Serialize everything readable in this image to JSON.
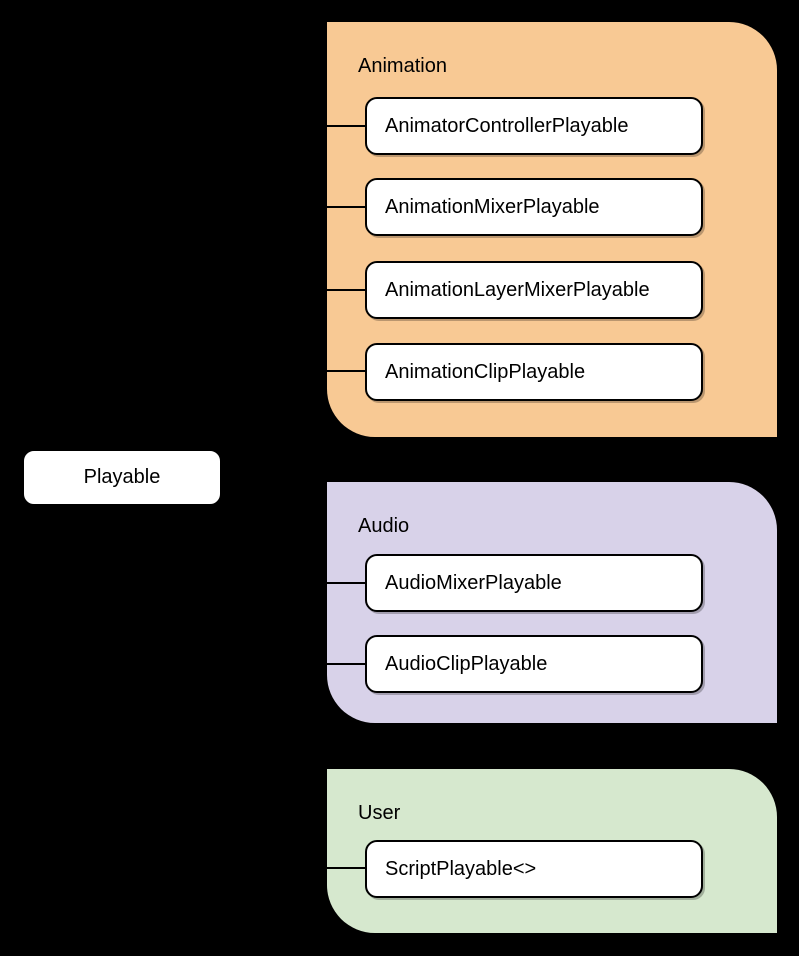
{
  "diagram": {
    "root": {
      "label": "Playable"
    },
    "groups": [
      {
        "label": "Animation",
        "color": "#F8C994",
        "items": [
          "AnimatorControllerPlayable",
          "AnimationMixerPlayable",
          "AnimationLayerMixerPlayable",
          "AnimationClipPlayable"
        ]
      },
      {
        "label": "Audio",
        "color": "#D8D2E9",
        "items": [
          "AudioMixerPlayable",
          "AudioClipPlayable"
        ]
      },
      {
        "label": "User",
        "color": "#D6E8CE",
        "items": [
          "ScriptPlayable<>"
        ]
      }
    ],
    "colors": {
      "background": "#000000",
      "node_fill": "#FFFFFF",
      "node_border": "#000000",
      "connector_line": "#000000",
      "text": "#000000"
    }
  }
}
